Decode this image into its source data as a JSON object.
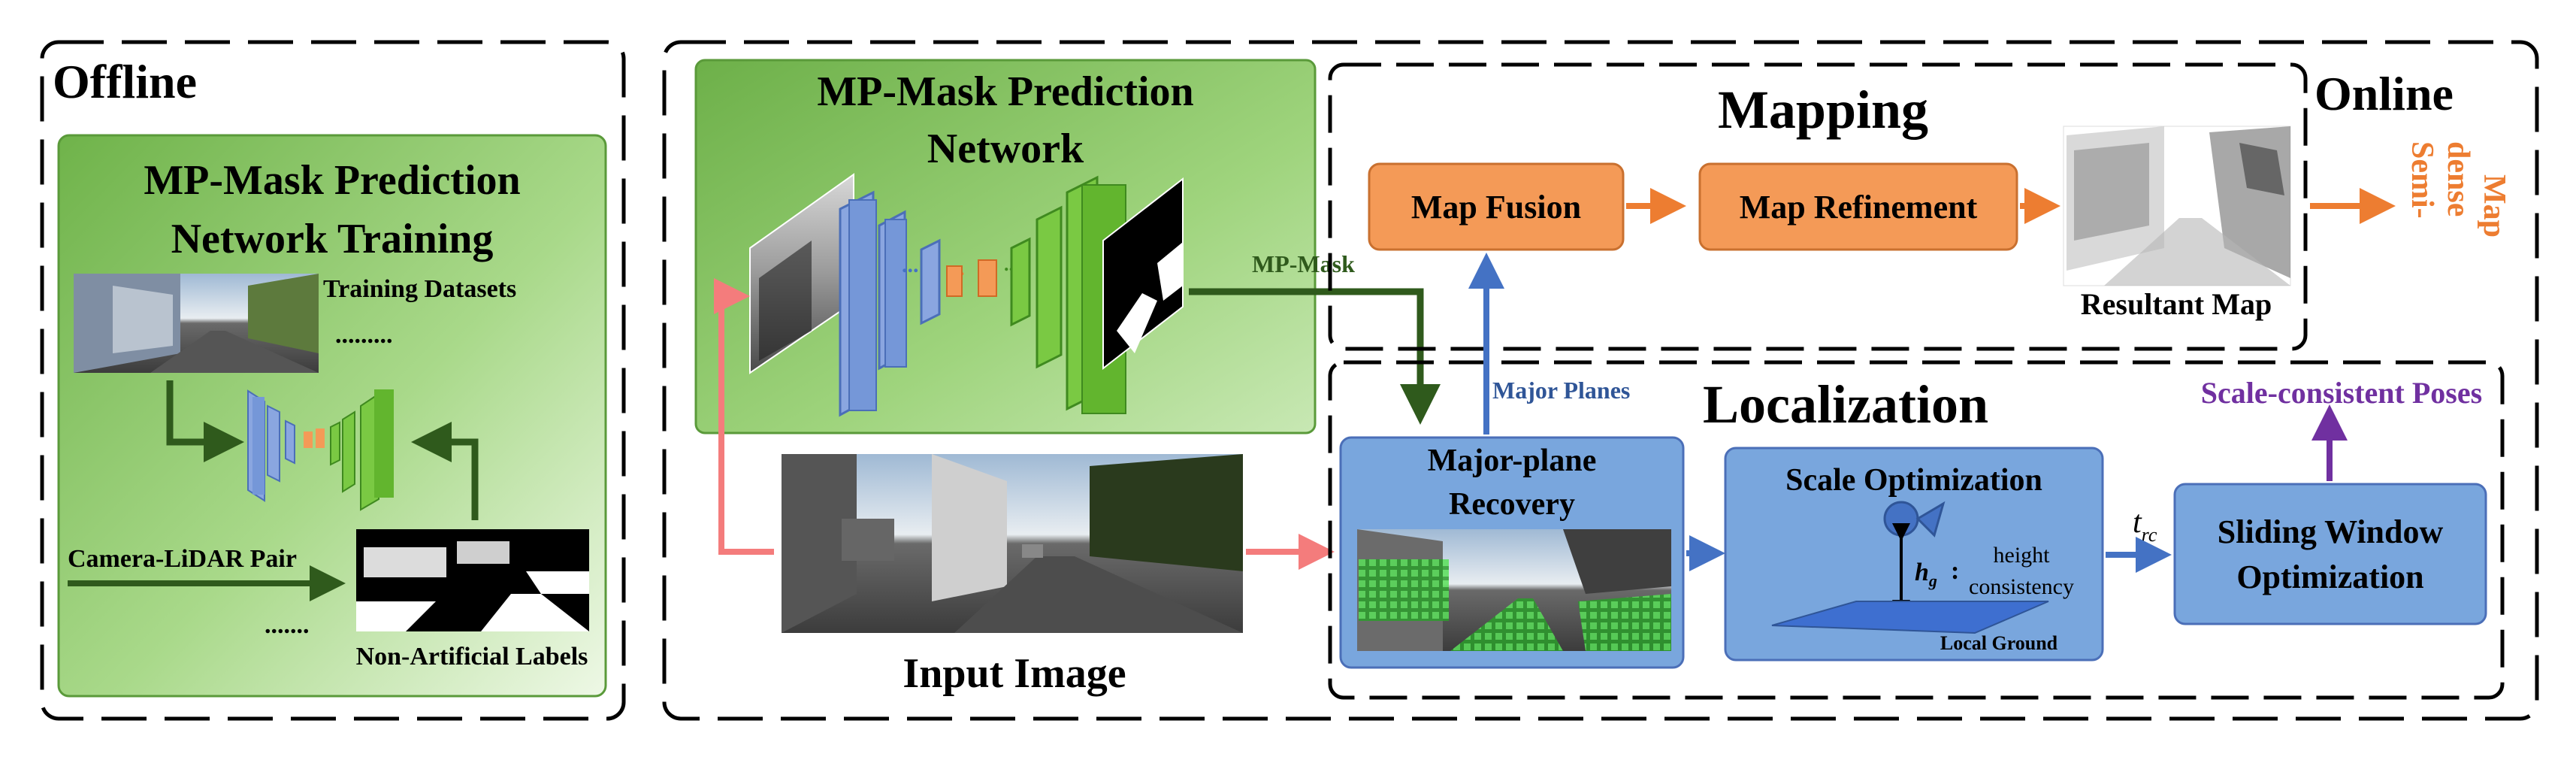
{
  "offline": {
    "title": "Offline",
    "box_title_1": "MP-Mask Prediction",
    "box_title_2": "Network Training",
    "training_datasets": "Training Datasets",
    "dots": ".........",
    "pair_label": "Camera-LiDAR Pair",
    "pair_dots": ".......",
    "labels": "Non-Artificial Labels"
  },
  "online": {
    "title": "Online",
    "network_title_1": "MP-Mask Prediction",
    "network_title_2": "Network",
    "mp_mask": "MP-Mask",
    "input_image": "Input Image",
    "major_planes": "Major Planes"
  },
  "mapping": {
    "title": "Mapping",
    "map_fusion": "Map Fusion",
    "map_refinement": "Map Refinement",
    "resultant_map": "Resultant Map",
    "output_1": "Semi-",
    "output_2": "dense",
    "output_3": "Map"
  },
  "localization": {
    "title": "Localization",
    "recovery_1": "Major-plane",
    "recovery_2": "Recovery",
    "scale_opt": "Scale Optimization",
    "height_1": "height",
    "height_2": "consistency",
    "hg_symbol": "h",
    "hg_sub": "g",
    "colon": ":",
    "local_ground": "Local Ground",
    "t_symbol": "t",
    "t_sub": "rc",
    "sliding_1": "Sliding Window",
    "sliding_2": "Optimization",
    "poses": "Scale-consistent Poses"
  },
  "colors": {
    "green_fill": "#8cc863",
    "blue_fill": "#79a6dd",
    "orange_fill": "#f49a57",
    "dark_green_arrow": "#2f5a1c",
    "blue_arrow": "#4472c4",
    "orange_arrow": "#ed7d31",
    "pink_arrow": "#f47c7c",
    "purple": "#7030a0"
  }
}
